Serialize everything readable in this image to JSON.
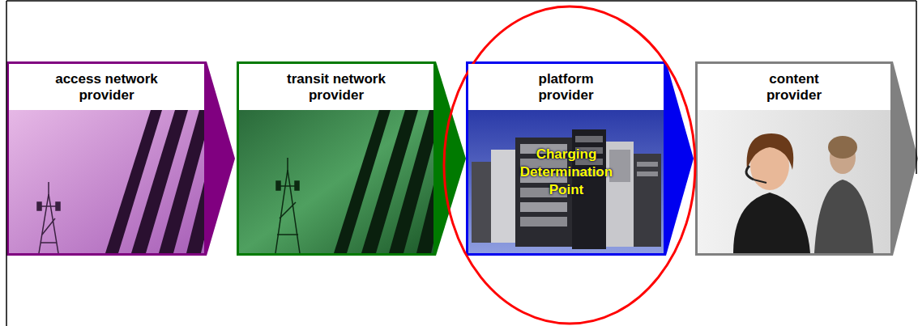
{
  "diagram": {
    "nodes": [
      {
        "text": [
          "access network provider"
        ]
      },
      {
        "text": [
          "transit network provider"
        ]
      },
      {
        "text": [
          "platform provider",
          "Charging Determination Point"
        ]
      },
      {
        "text": [
          "content provider"
        ]
      }
    ]
  }
}
